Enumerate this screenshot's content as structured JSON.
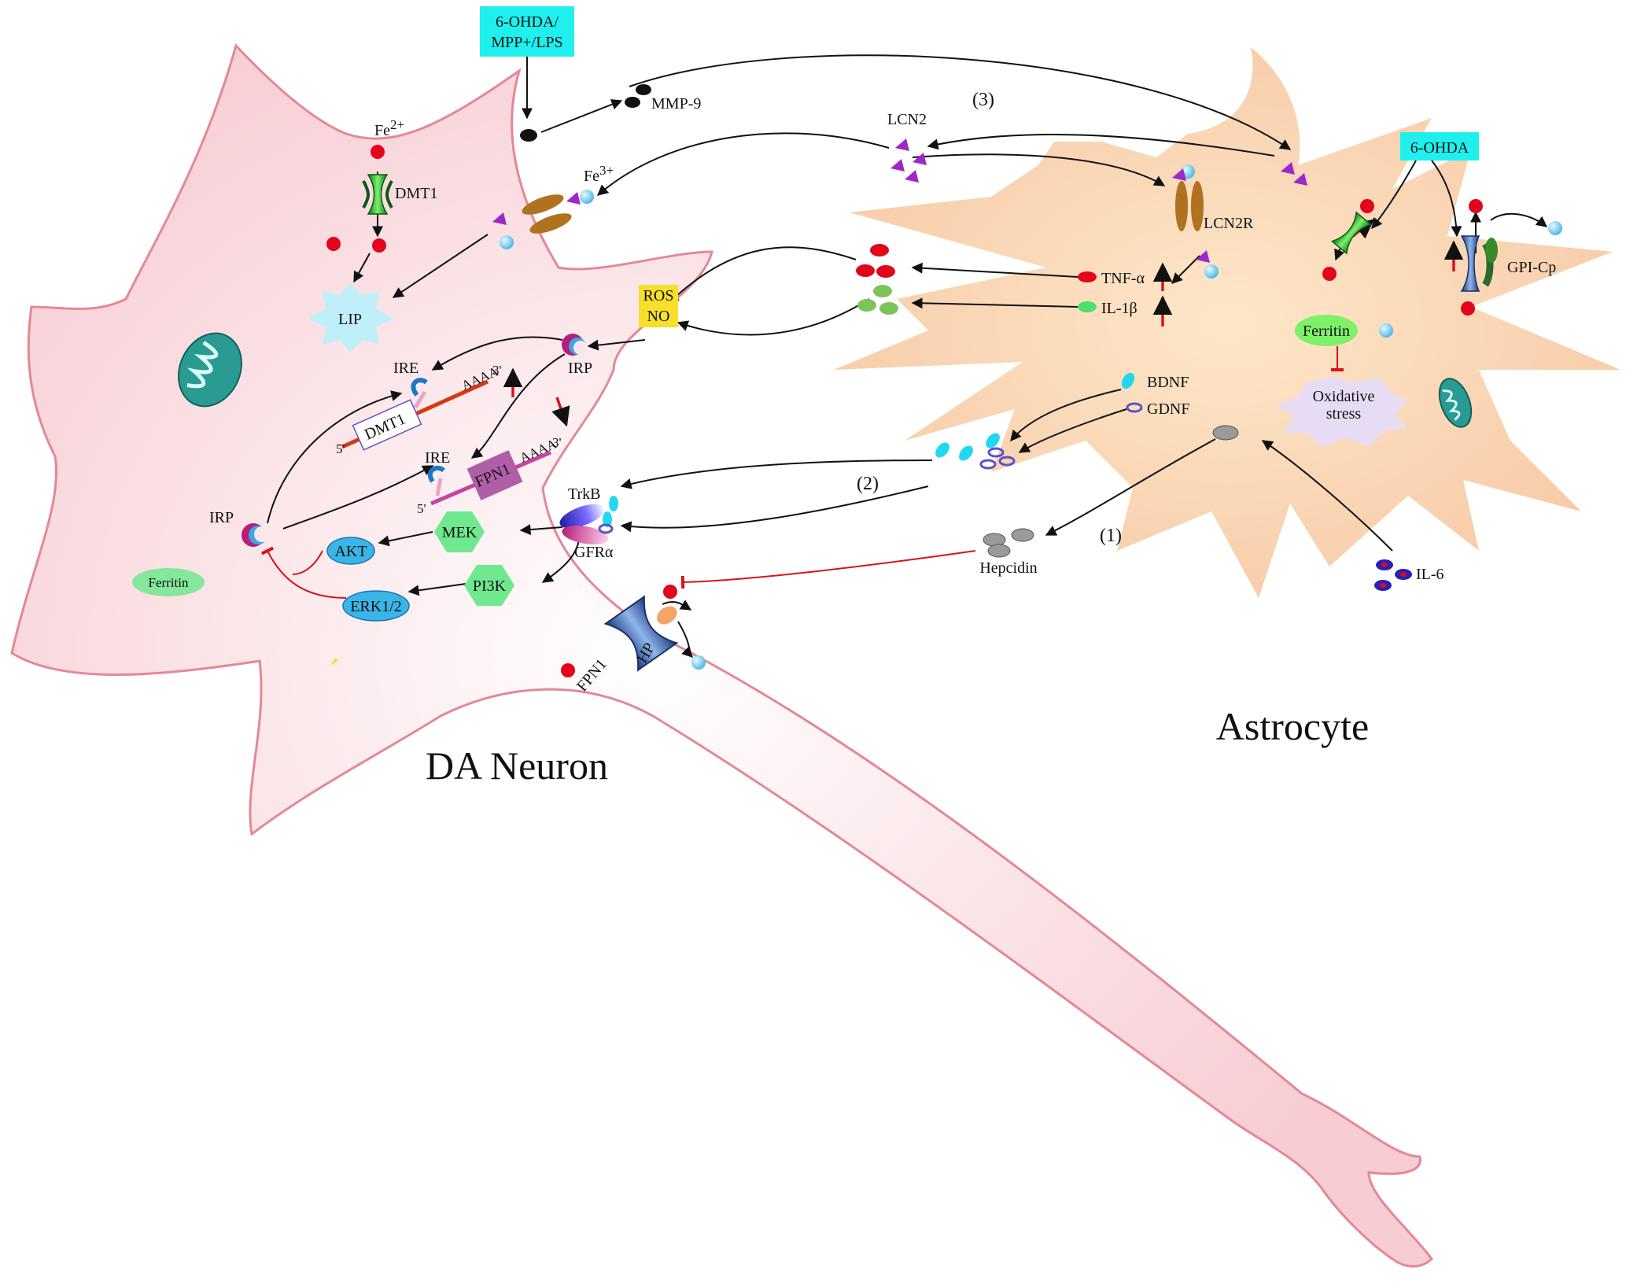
{
  "cells": {
    "neuron": "DA Neuron",
    "astrocyte": "Astrocyte"
  },
  "stimuli": {
    "top": [
      "6-OHDA/",
      "MPP+/LPS"
    ],
    "astro": "6-OHDA"
  },
  "pathways": {
    "p1": "(1)",
    "p2": "(2)",
    "p3": "(3)"
  },
  "neuron_labels": {
    "fe2": "Fe",
    "fe2_sup": "2+",
    "dmt1_channel": "DMT1",
    "lip": "LIP",
    "fe3": "Fe",
    "fe3_sup": "3+",
    "ros": "ROS",
    "no": "NO",
    "irp_right": "IRP",
    "irp_left": "IRP",
    "ire_top": "IRE",
    "ire_bottom": "IRE",
    "dmt1_mrna": "DMT1",
    "fpn1_mrna": "FPN1",
    "aaaa_top": "AAAA",
    "aaaa_bottom": "AAAA",
    "five_top": "5'",
    "three_top": "3'",
    "five_bottom": "5'",
    "three_bottom": "3'",
    "trkb": "TrkB",
    "gfra": "GFRα",
    "mek": "MEK",
    "akt": "AKT",
    "pi3k": "PI3K",
    "erk": "ERK1/2",
    "ferritin": "Ferritin",
    "fpn1": "FPN1",
    "hp": "HP"
  },
  "astro_labels": {
    "mmp9": "MMP-9",
    "lcn2": "LCN2",
    "lcn2r": "LCN2R",
    "tnfa": "TNF-α",
    "il1b": "IL-1β",
    "bdnf": "BDNF",
    "gdnf": "GDNF",
    "hepcidin": "Hepcidin",
    "il6": "IL-6",
    "ferritin": "Ferritin",
    "oxidative": [
      "Oxidative",
      "stress"
    ],
    "gpicp": "GPI-Cp"
  },
  "colors": {
    "neuron_fill": "#f7d2d6",
    "neuron_edge": "#e58a98",
    "astro_fill": "#f9d4b4",
    "iron_fe2": "#e3051b",
    "iron_fe3": "#7dd3f0",
    "stimulus_box": "#1ff0ee",
    "lcn2": "#9d27c9",
    "red_arrow": "#d7141a",
    "green_ellipse": "#7cc35a",
    "kinase_green": "#6fe88e",
    "kinase_blue": "#3ab5e8",
    "transporter": "#2a4f9a",
    "ros_box": "#f6e02a"
  }
}
